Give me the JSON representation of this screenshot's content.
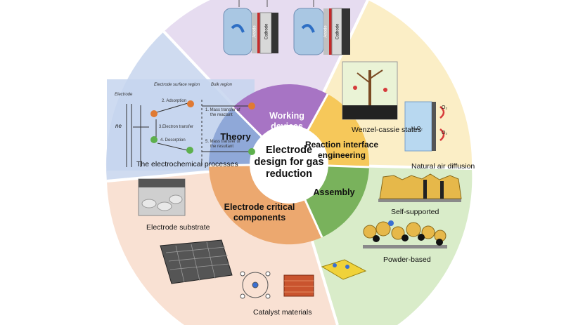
{
  "center": {
    "line1": "Electrode",
    "line2": "design for gas",
    "line3": "reduction"
  },
  "inner_sectors": {
    "theory": "Theory",
    "working_devices": [
      "Working",
      "devices"
    ],
    "reaction_interface": [
      "Reaction interface",
      "engineering"
    ],
    "assembly": "Assembly",
    "critical_components": [
      "Electrode critical",
      "components"
    ]
  },
  "outer_labels": {
    "electrochemical_processes": "The electrochemical processes",
    "wenzel": "Wenzel-cassie states",
    "natural_air": "Natural air diffusion",
    "self_supported": "Self-supported",
    "powder_based": "Powder-based",
    "electrode_substrate": "Electrode substrate",
    "catalyst_materials": "Catalyst materials"
  },
  "process_diagram": {
    "electrode": "Electrode",
    "surface_region": "Electrode surface region",
    "bulk_region": "Bulk region",
    "ne": "ne",
    "adsorption": "2. Adsorption",
    "electron_transfer": "3.Electron transfer",
    "desorption": "4. Desorption",
    "mass_transfer_reactant_1": "1. Mass transfer of",
    "mass_transfer_reactant_2": "the reactant",
    "mass_transfer_resultant_1": "5. Mass transfer of",
    "mass_transfer_resultant_2": "the resultant"
  },
  "devices": {
    "anode": "Anode",
    "cathode": "Cathode"
  },
  "natural_air_labels": {
    "h2o2": "H₂O₂",
    "o2_top": "O₂",
    "o2_bottom": "O₂"
  },
  "colors": {
    "theory_inner": "#8fa8d8",
    "working_inner": "#a774c4",
    "reaction_inner": "#f6c85a",
    "assembly_inner": "#79b25c",
    "components_inner": "#eca86f",
    "theory_outer": "#cfdbf0",
    "working_outer": "#e6dcf0",
    "reaction_outer": "#fbeec6",
    "assembly_outer": "#d9ecc9",
    "components_outer": "#f9e1d3"
  }
}
